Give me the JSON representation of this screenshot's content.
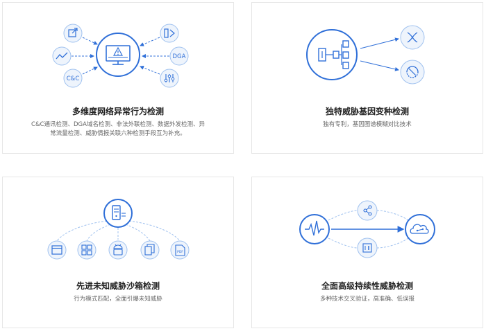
{
  "cards": [
    {
      "title": "多维度网络异常行为检测",
      "desc": "C&C通讯检测、DGA域名检测、非法外联检测、数据外发检测、异常流量检测、威胁情报关联六种检测手段互为补充。",
      "labels": {
        "cc": "C&C",
        "dga": "DGA"
      }
    },
    {
      "title": "独特威胁基因变种检测",
      "desc": "独有专利，基因图谱模糊对比技术"
    },
    {
      "title": "先进未知威胁沙箱检测",
      "desc": "行为模式匹配，全面引爆未知威胁",
      "labels": {
        "pdf": "PDF"
      }
    },
    {
      "title": "全面高级持续性威胁检测",
      "desc": "多种技术交叉验证，高准确、低误报"
    }
  ],
  "colors": {
    "accent": "#2f6fd8",
    "light": "#9fc1ef",
    "fill": "#eef4fc",
    "border": "#e6e6e6"
  }
}
